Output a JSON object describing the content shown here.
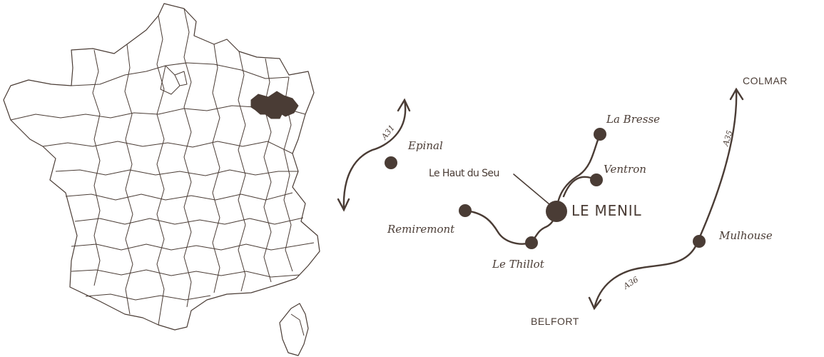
{
  "colors": {
    "ink": "#4a3c35",
    "highlight_region": "#4a3c35",
    "background": "#ffffff"
  },
  "france_map": {
    "highlighted_department": "Vosges"
  },
  "places": {
    "le_menil": "LE MENIL",
    "epinal": "Epinal",
    "le_haut_du_seu": "Le Haut du Seu",
    "la_bresse": "La Bresse",
    "ventron": "Ventron",
    "remiremont": "Remiremont",
    "le_thillot": "Le Thillot",
    "colmar": "COLMAR",
    "mulhouse": "Mulhouse",
    "belfort": "BELFORT"
  },
  "roads": {
    "a31": "A31",
    "a35": "A35",
    "a36": "A36"
  }
}
